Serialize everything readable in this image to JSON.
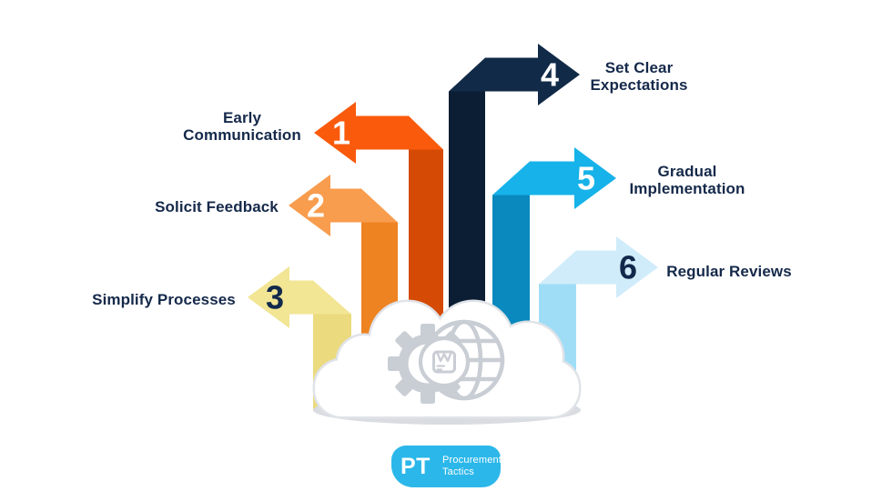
{
  "steps": [
    {
      "number": "1",
      "label": "Early Communication",
      "label_lines": [
        "Early",
        "Communication"
      ],
      "side": "left",
      "band_color": "#FA5A0C",
      "trunk_color": "#D54B06",
      "number_color": "#FFFFFF"
    },
    {
      "number": "2",
      "label": "Solicit Feedback",
      "label_lines": [
        "Solicit Feedback"
      ],
      "side": "left",
      "band_color": "#F89C4E",
      "trunk_color": "#EE8321",
      "number_color": "#FFFFFF"
    },
    {
      "number": "3",
      "label": "Simplify Processes",
      "label_lines": [
        "Simplify Processes"
      ],
      "side": "left",
      "band_color": "#F2E594",
      "trunk_color": "#EBDA7E",
      "number_color": "#12294B"
    },
    {
      "number": "4",
      "label": "Set Clear Expectations",
      "label_lines": [
        "Set Clear",
        "Expectations"
      ],
      "side": "right",
      "band_color": "#112A47",
      "trunk_color": "#0B1E33",
      "number_color": "#FFFFFF"
    },
    {
      "number": "5",
      "label": "Gradual Implementation",
      "label_lines": [
        "Gradual",
        "Implementation"
      ],
      "side": "right",
      "band_color": "#16B2E9",
      "trunk_color": "#0989BD",
      "number_color": "#FFFFFF"
    },
    {
      "number": "6",
      "label": "Regular Reviews",
      "label_lines": [
        "Regular Reviews"
      ],
      "side": "right",
      "band_color": "#D0ECFA",
      "trunk_color": "#9FDDF6",
      "number_color": "#12294B"
    }
  ],
  "label_color": "#15294A",
  "cloud": {
    "fill": "#FFFFFF",
    "outline": "#E0E3E8",
    "base_shadow": "#D9DCE1",
    "icon": "gear-globe-package",
    "icon_color": "#C9CDD4"
  },
  "logo": {
    "initials": "PT",
    "name_line1": "Procurement",
    "name_line2": "Tactics",
    "background": "#2BB7E9",
    "text_color": "#FFFFFF"
  }
}
